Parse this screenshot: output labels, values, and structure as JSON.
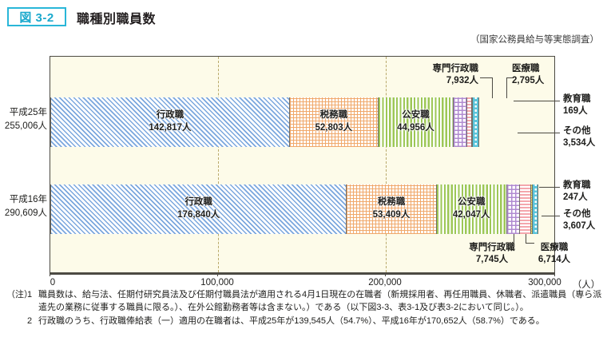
{
  "header": {
    "figure_badge": "図 3-2",
    "title": "職種別職員数",
    "source_note": "（国家公務員給与等実態調査）"
  },
  "chart_data": {
    "type": "bar",
    "orientation": "horizontal",
    "stacked": true,
    "title": "職種別職員数",
    "xlabel": "（人）",
    "ylabel": "",
    "xlim": [
      0,
      300000
    ],
    "xticks": [
      "0",
      "100,000",
      "200,000",
      "300,000"
    ],
    "xtick_values": [
      0,
      100000,
      200000,
      300000
    ],
    "xunit": "（人）",
    "grid": true,
    "categories": [
      "平成25年",
      "平成16年"
    ],
    "category_totals": [
      "255,006人",
      "290,609人"
    ],
    "series": [
      {
        "name": "行政職",
        "values": [
          142817,
          176840
        ],
        "labels": [
          "142,817人",
          "176,840人"
        ],
        "color": "#7ba7dd",
        "pattern": "diagonal-hatch"
      },
      {
        "name": "税務職",
        "values": [
          52803,
          53409
        ],
        "labels": [
          "52,803人",
          "53,409人"
        ],
        "color": "#f0a86a",
        "pattern": "cross-hatch"
      },
      {
        "name": "公安職",
        "values": [
          44956,
          42047
        ],
        "labels": [
          "44,956人",
          "42,047人"
        ],
        "color": "#9dc756",
        "pattern": "vertical-stripe"
      },
      {
        "name": "専門行政職",
        "values": [
          7932,
          7745
        ],
        "labels": [
          "7,932人",
          "7,745人"
        ],
        "color": "#b08bd0",
        "pattern": "grid"
      },
      {
        "name": "医療職",
        "values": [
          2795,
          6714
        ],
        "labels": [
          "2,795人",
          "6,714人"
        ],
        "color": "#f4a7ad",
        "pattern": "horizontal-stripe"
      },
      {
        "name": "教育職",
        "values": [
          169,
          247
        ],
        "labels": [
          "169人",
          "247人"
        ],
        "color": "#f3e27a",
        "pattern": "solid"
      },
      {
        "name": "その他",
        "values": [
          3534,
          3607
        ],
        "labels": [
          "3,534人",
          "3,607人"
        ],
        "color": "#5bc4da",
        "pattern": "checker"
      }
    ]
  },
  "bars": {
    "h25": {
      "axis_label": "平成25年",
      "axis_total": "255,006人",
      "segments": [
        {
          "name": "行政職",
          "value": "142,817人",
          "inline": true
        },
        {
          "name": "税務職",
          "value": "52,803人",
          "inline": true
        },
        {
          "name": "公安職",
          "value": "44,956人",
          "inline": true
        },
        {
          "name": "専門行政職",
          "value": "7,932人",
          "inline": false
        },
        {
          "name": "医療職",
          "value": "2,795人",
          "inline": false
        },
        {
          "name": "教育職",
          "value": "169人",
          "inline": false
        },
        {
          "name": "その他",
          "value": "3,534人",
          "inline": false
        }
      ]
    },
    "h16": {
      "axis_label": "平成16年",
      "axis_total": "290,609人",
      "segments": [
        {
          "name": "行政職",
          "value": "176,840人",
          "inline": true
        },
        {
          "name": "税務職",
          "value": "53,409人",
          "inline": true
        },
        {
          "name": "公安職",
          "value": "42,047人",
          "inline": true
        },
        {
          "name": "専門行政職",
          "value": "7,745人",
          "inline": false
        },
        {
          "name": "医療職",
          "value": "6,714人",
          "inline": false
        },
        {
          "name": "教育職",
          "value": "247人",
          "inline": false
        },
        {
          "name": "その他",
          "value": "3,607人",
          "inline": false
        }
      ]
    }
  },
  "notes": {
    "mark": "（注）",
    "items": [
      {
        "num": "1",
        "text": "職員数は、給与法、任期付研究員法及び任期付職員法が適用される4月1日現在の在職者（新規採用者、再任用職員、休職者、派遣職員（専ら派遣先の業務に従事する職員に限る。）、在外公館勤務者等は含まない。）である（以下図3-3、表3-1及び表3-2において同じ。）。"
      },
      {
        "num": "2",
        "text": "行政職のうち、行政職俸給表（一）適用の在職者は、平成25年が139,545人（54.7%）、平成16年が170,652人（58.7%）である。"
      }
    ]
  }
}
